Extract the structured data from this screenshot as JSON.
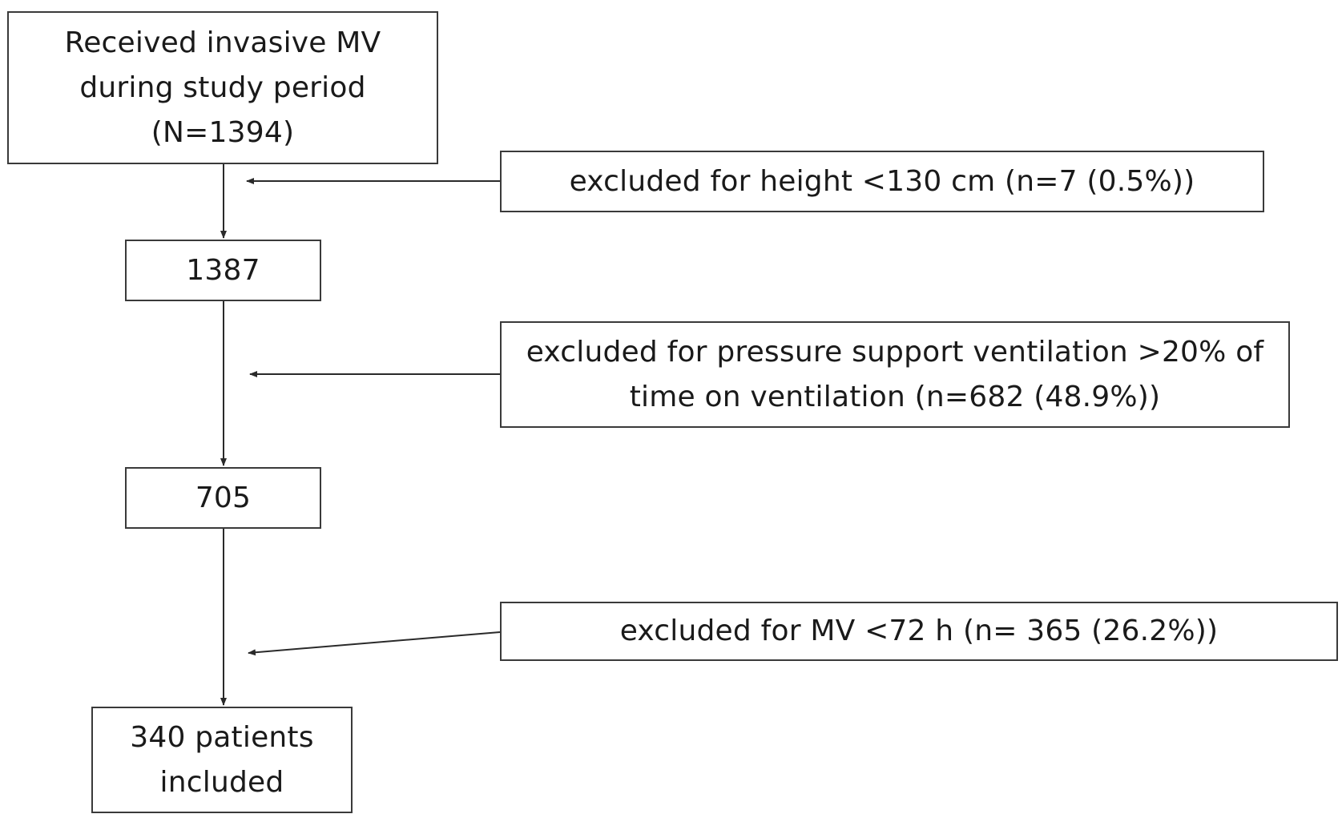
{
  "flowchart": {
    "main_steps": [
      {
        "lines": [
          "Received invasive MV",
          "during study period",
          "(N=1394)"
        ]
      },
      {
        "lines": [
          "1387"
        ]
      },
      {
        "lines": [
          "705"
        ]
      },
      {
        "lines": [
          "340 patients",
          "included"
        ]
      }
    ],
    "exclusions": [
      {
        "lines": [
          "excluded for height <130 cm (n=7 (0.5%))"
        ]
      },
      {
        "lines": [
          "excluded for pressure support ventilation >20% of",
          "time on ventilation (n=682 (48.9%))"
        ]
      },
      {
        "lines": [
          "excluded for MV <72 h (n= 365 (26.2%))"
        ]
      }
    ]
  }
}
